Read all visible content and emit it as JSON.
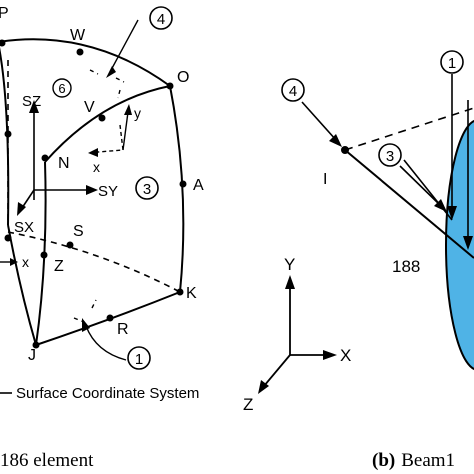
{
  "left_figure": {
    "node_labels": {
      "top_left": "P",
      "W": "W",
      "O": "O",
      "V": "V",
      "N": "N",
      "A": "A",
      "S": "S",
      "Z": "Z",
      "K": "K",
      "R": "R",
      "J": "J"
    },
    "face_markers": {
      "top": "4",
      "right": "3",
      "bottom": "1",
      "center_sz": "6"
    },
    "axis_labels": {
      "sz": "SZ",
      "sy": "SY",
      "sx": "SX",
      "x_lower": "x",
      "x_inner": "x",
      "y_inner": "y"
    },
    "legend_text": "Surface Coordinate System",
    "caption": "186 element"
  },
  "right_figure": {
    "node_label_I": "I",
    "element_number": "188",
    "face_markers": {
      "left": "4",
      "middle": "3",
      "top": "1"
    },
    "axis_labels": {
      "y": "Y",
      "x": "X",
      "z": "Z"
    },
    "caption_bold": "(b)",
    "caption": "Beam1"
  },
  "colors": {
    "ellipse_fill": "#4fb3e6",
    "line": "#000000"
  }
}
